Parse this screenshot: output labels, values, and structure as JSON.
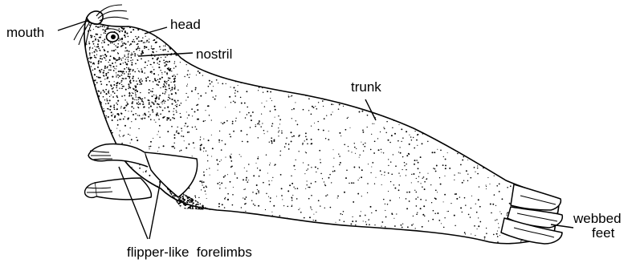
{
  "labels": {
    "mouth": "mouth",
    "head": "head",
    "nostril": "nostril",
    "trunk": "trunk",
    "webbed_feet_line1": "webbed",
    "webbed_feet_line2": "feet",
    "flipper_like_forelimbs": "flipper-like  forelimbs"
  },
  "colors": {
    "ink": "#000000",
    "paper": "#ffffff"
  }
}
